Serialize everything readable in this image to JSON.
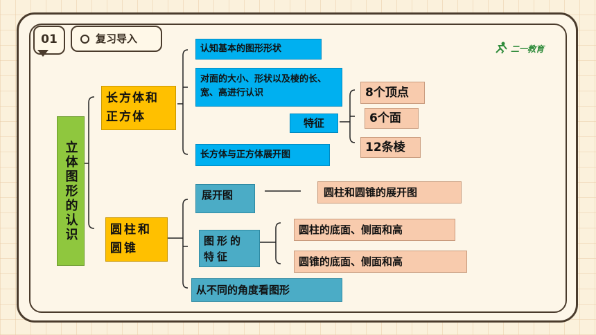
{
  "header": {
    "section_number": "01",
    "section_title": "复习导入",
    "logo_text": "二一教育"
  },
  "root": {
    "label": "立体图形的认识"
  },
  "cuboid": {
    "label": "长方体和正方体",
    "items": [
      "认知基本的图形形状",
      "对面的大小、形状以及棱的长、宽、高进行认识",
      "长方体与正方体展开图"
    ],
    "feature_label": "特征",
    "features": [
      "8个顶点",
      "6个面",
      "12条棱"
    ]
  },
  "cylinder": {
    "label": "圆柱和圆锥",
    "net_label": "展开图",
    "net_detail": "圆柱和圆锥的展开图",
    "feature_label": "图形的特征",
    "features": [
      "圆柱的底面、侧面和高",
      "圆锥的底面、侧面和高"
    ],
    "views_label": "从不同的角度看图形"
  },
  "colors": {
    "root": "#8fc73e",
    "branch": "#ffc000",
    "cuboid_item": "#00b0f0",
    "cylinder_item": "#4bacc6",
    "leaf": "#f8cbad",
    "frame": "#4a3b2c"
  }
}
